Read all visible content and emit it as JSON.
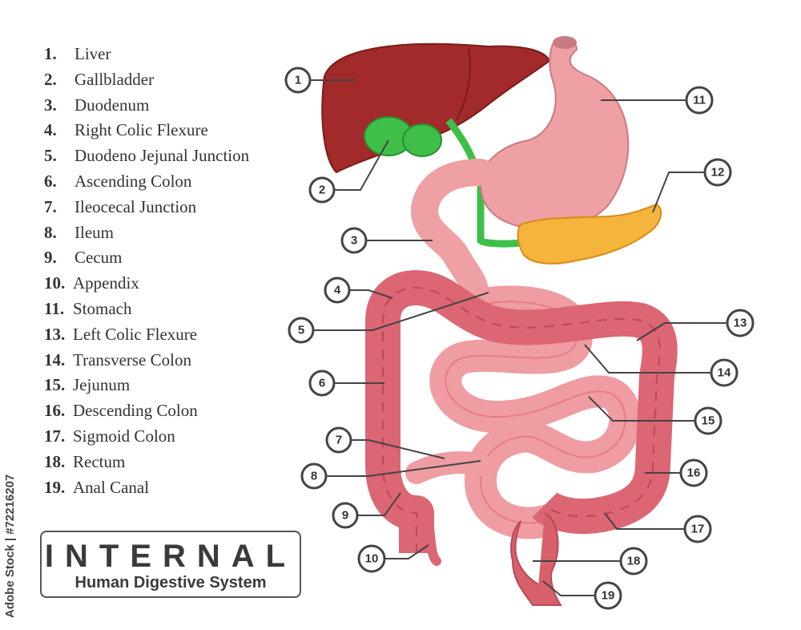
{
  "legend": [
    {
      "num": "1.",
      "label": "Liver"
    },
    {
      "num": "2.",
      "label": "Gallbladder"
    },
    {
      "num": "3.",
      "label": "Duodenum"
    },
    {
      "num": "4.",
      "label": "Right Colic Flexure"
    },
    {
      "num": "5.",
      "label": "Duodeno Jejunal Junction"
    },
    {
      "num": "6.",
      "label": "Ascending Colon"
    },
    {
      "num": "7.",
      "label": "Ileocecal Junction"
    },
    {
      "num": "8.",
      "label": "Ileum"
    },
    {
      "num": "9.",
      "label": "Cecum"
    },
    {
      "num": "10.",
      "label": "Appendix"
    },
    {
      "num": "11.",
      "label": "Stomach"
    },
    {
      "num": "13.",
      "label": "Left Colic Flexure"
    },
    {
      "num": "14.",
      "label": "Transverse Colon"
    },
    {
      "num": "15.",
      "label": "Jejunum"
    },
    {
      "num": "16.",
      "label": "Descending Colon"
    },
    {
      "num": "17.",
      "label": "Sigmoid Colon"
    },
    {
      "num": "18.",
      "label": "Rectum"
    },
    {
      "num": "19.",
      "label": "Anal Canal"
    }
  ],
  "title": {
    "main": "INTERNAL",
    "sub": "Human Digestive System"
  },
  "credit": "Adobe Stock | #72216207",
  "callouts": [
    "1",
    "2",
    "3",
    "4",
    "5",
    "6",
    "7",
    "8",
    "9",
    "10",
    "11",
    "12",
    "13",
    "14",
    "15",
    "16",
    "17",
    "18",
    "19"
  ],
  "colors": {
    "liver": "#a32a2a",
    "gallbladder": "#3fbf4a",
    "stomach": "#eea0a4",
    "pancreas": "#f5b53c",
    "intestine": "#e57d86",
    "colon": "#dc6673",
    "rectum": "#d8606b"
  }
}
